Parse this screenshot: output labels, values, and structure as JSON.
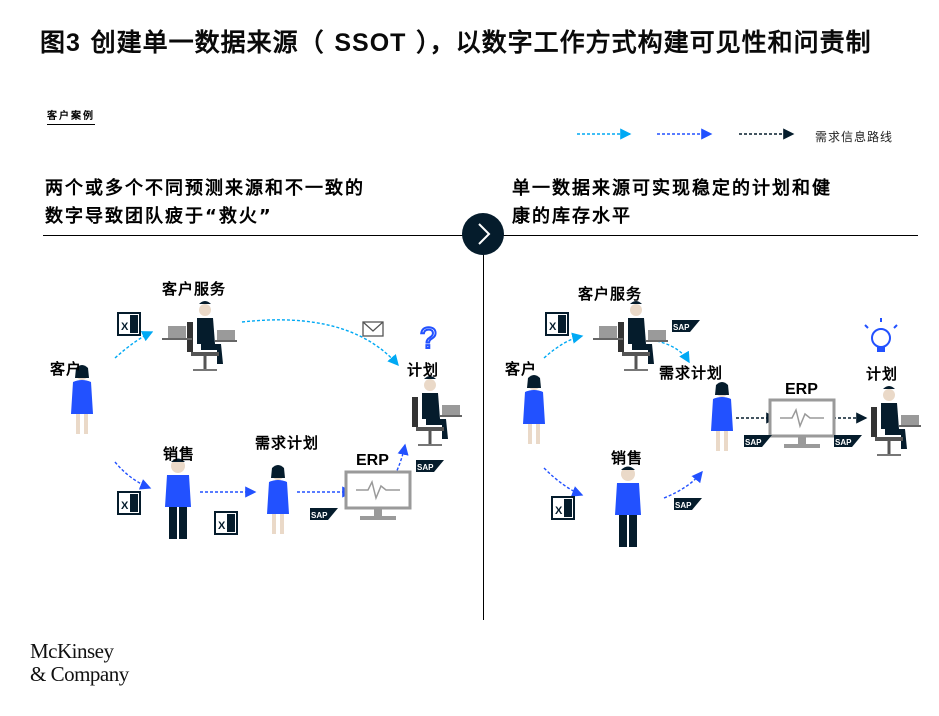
{
  "title": {
    "prefix": "图",
    "number": "3",
    "text_a": "创建单一数据来源（",
    "acronym": "SSOT",
    "text_b": "），以数字工作方式构建可见性和问责制"
  },
  "case_label": "客户案例",
  "legend": {
    "label": "需求信息路线"
  },
  "left_panel": {
    "heading_line1": "两个或多个不同预测来源和不一致的",
    "heading_line2": "数字导致团队疲于“救火”",
    "customer": "客户",
    "service": "客户服务",
    "sales": "销售",
    "demand_planning": "需求计划",
    "erp": "ERP",
    "planning": "计划"
  },
  "right_panel": {
    "heading_line1": "单一数据来源可实现稳定的计划和健",
    "heading_line2": "康的库存水平",
    "customer": "客户",
    "service": "客户服务",
    "sales": "销售",
    "demand_planning": "需求计划",
    "erp": "ERP",
    "planning": "计划"
  },
  "badges": {
    "excel": "X",
    "sap": "SAP"
  },
  "brand": {
    "line1": "McKinsey",
    "line2": "& Company"
  },
  "colors": {
    "accent": "#2251ff",
    "light_blue": "#00a9f4",
    "navy": "#051c2c",
    "gray": "#9a9a9a",
    "skin": "#ead9c8"
  }
}
